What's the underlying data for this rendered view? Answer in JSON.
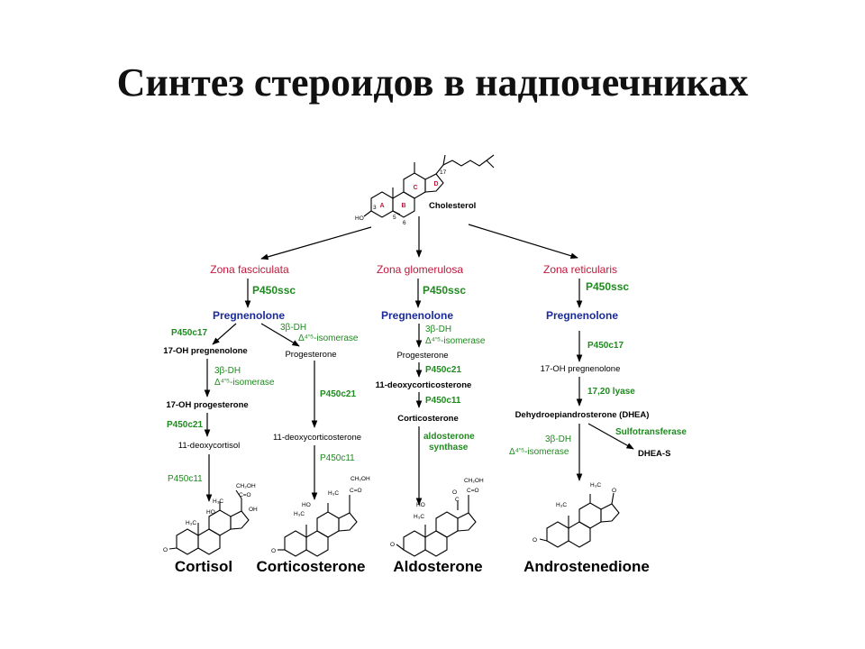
{
  "title": "Синтез стероидов в надпочечниках",
  "cholesterol": {
    "name": "Cholesterol",
    "rings": [
      "A",
      "B",
      "C",
      "D"
    ],
    "labels": {
      "ho": "HO",
      "n3": "3",
      "n5": "5",
      "n6": "6",
      "n17": "17"
    }
  },
  "zones": {
    "fasciculata": "Zona fasciculata",
    "glomerulosa": "Zona glomerulosa",
    "reticularis": "Zona reticularis"
  },
  "enzymes": {
    "p450ssc": "P450ssc",
    "p450c17": "P450c17",
    "p450c21": "P450c21",
    "p450c11": "P450c11",
    "dh3b": "3β-DH",
    "isomerase_45": "Δ⁴'⁵-isomerase",
    "isomerase_45b": "Δ⁴'⁵-isomerase",
    "aldosterone_synthase_1": "aldosterone",
    "aldosterone_synthase_2": "synthase",
    "lyase": "17,20 lyase",
    "sulfotransferase": "Sulfotransferase"
  },
  "metabolites": {
    "pregnenolone": "Pregnenolone",
    "oh17_pregnenolone": "17-OH pregnenolone",
    "oh17_pregnenolone_lc": "17-OH pregnenolone",
    "progesterone": "Progesterone",
    "oh17_progesterone": "17-OH progesterone",
    "deoxycortisol": "11-deoxycortisol",
    "deoxycorticosterone": "11-deoxycorticosterone",
    "deoxycorticosterone_bold": "11-deoxycorticosterone",
    "corticosterone": "Corticosterone",
    "dhea": "Dehydroepiandrosterone (DHEA)",
    "dhea_s": "DHEA-S"
  },
  "products": {
    "cortisol": "Cortisol",
    "corticosterone": "Corticosterone",
    "aldosterone": "Aldosterone",
    "androstenedione": "Androstenedione"
  },
  "struct_labels": {
    "ch2oh": "CH₂OH",
    "co": "C=O",
    "h3c": "H₃C",
    "ho": "HO",
    "oh": "OH",
    "o": "O",
    "c": "C"
  }
}
